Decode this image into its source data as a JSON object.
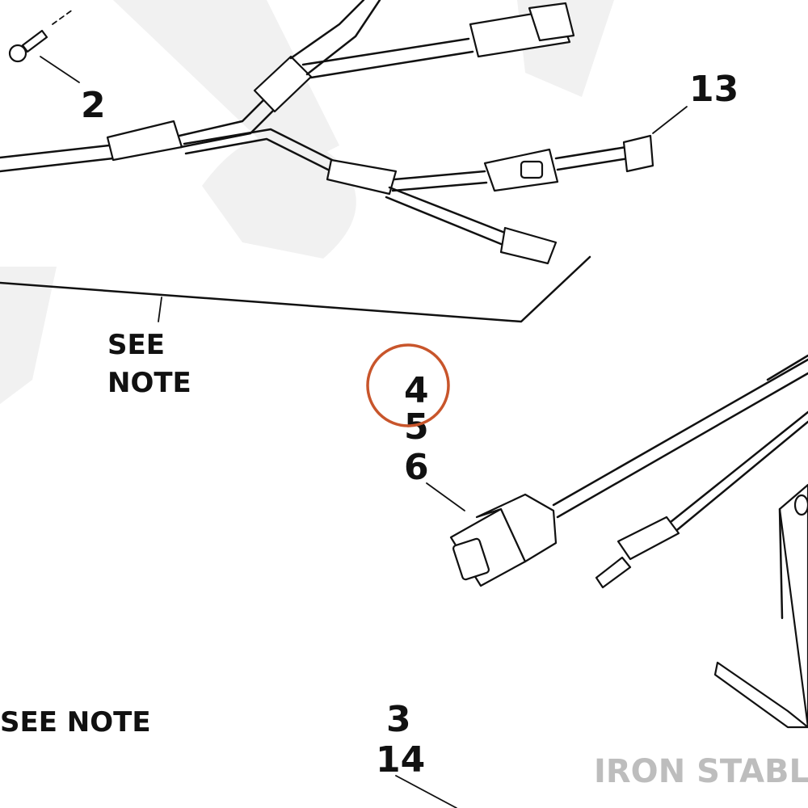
{
  "callouts": {
    "c2": "2",
    "c13": "13",
    "c4": "4",
    "c5": "5",
    "c6": "6",
    "c3": "3",
    "c14": "14"
  },
  "notes": {
    "see_note_line1": "SEE",
    "see_note_line2": "NOTE",
    "see_note_bottom": "SEE NOTE"
  },
  "brand": "IRON STABLE",
  "colors": {
    "highlight_circle": "#c8552b",
    "watermark": "#f1f1f1",
    "brand_text": "#bdbdbd",
    "line_art": "#111111"
  }
}
